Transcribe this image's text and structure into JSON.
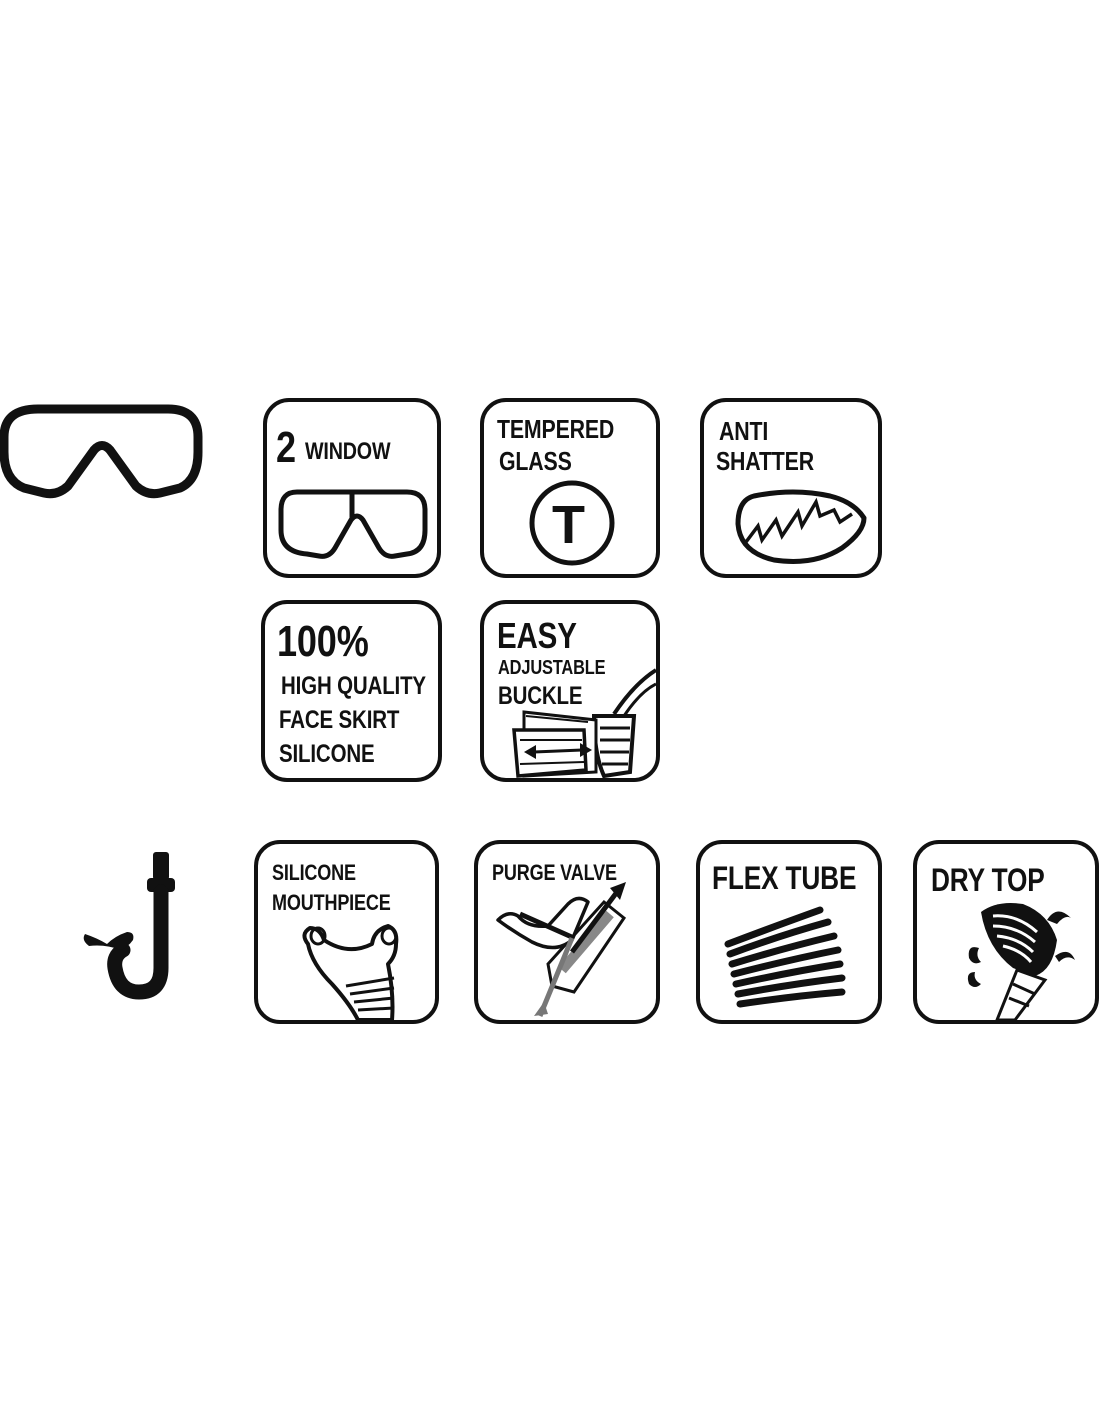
{
  "mask_features": {
    "product_icon": "dive-mask-icon",
    "tiles": [
      {
        "id": "two-window",
        "lines": [
          "2",
          "WINDOW"
        ],
        "icon": "two-window-mask-icon"
      },
      {
        "id": "tempered-glass",
        "lines": [
          "TEMPERED",
          "GLASS"
        ],
        "icon_letter": "T",
        "icon": "tempered-glass-t-icon"
      },
      {
        "id": "anti-shatter",
        "lines": [
          "ANTI",
          "SHATTER"
        ],
        "icon": "cracked-lens-icon"
      },
      {
        "id": "face-skirt",
        "lines": [
          "100%",
          "HIGH QUALITY",
          "FACE SKIRT",
          "SILICONE"
        ]
      },
      {
        "id": "buckle",
        "lines": [
          "EASY",
          "ADJUSTABLE",
          "BUCKLE"
        ],
        "icon": "adjustable-buckle-icon"
      }
    ]
  },
  "snorkel_features": {
    "product_icon": "snorkel-icon",
    "tiles": [
      {
        "id": "mouthpiece",
        "lines": [
          "SILICONE",
          "MOUTHPIECE"
        ],
        "icon": "mouthpiece-icon"
      },
      {
        "id": "purge-valve",
        "lines": [
          "PURGE VALVE"
        ],
        "icon": "purge-valve-icon"
      },
      {
        "id": "flex-tube",
        "lines": [
          "FLEX TUBE"
        ],
        "icon": "flex-tube-icon"
      },
      {
        "id": "dry-top",
        "lines": [
          "DRY TOP"
        ],
        "icon": "dry-top-icon"
      }
    ]
  }
}
